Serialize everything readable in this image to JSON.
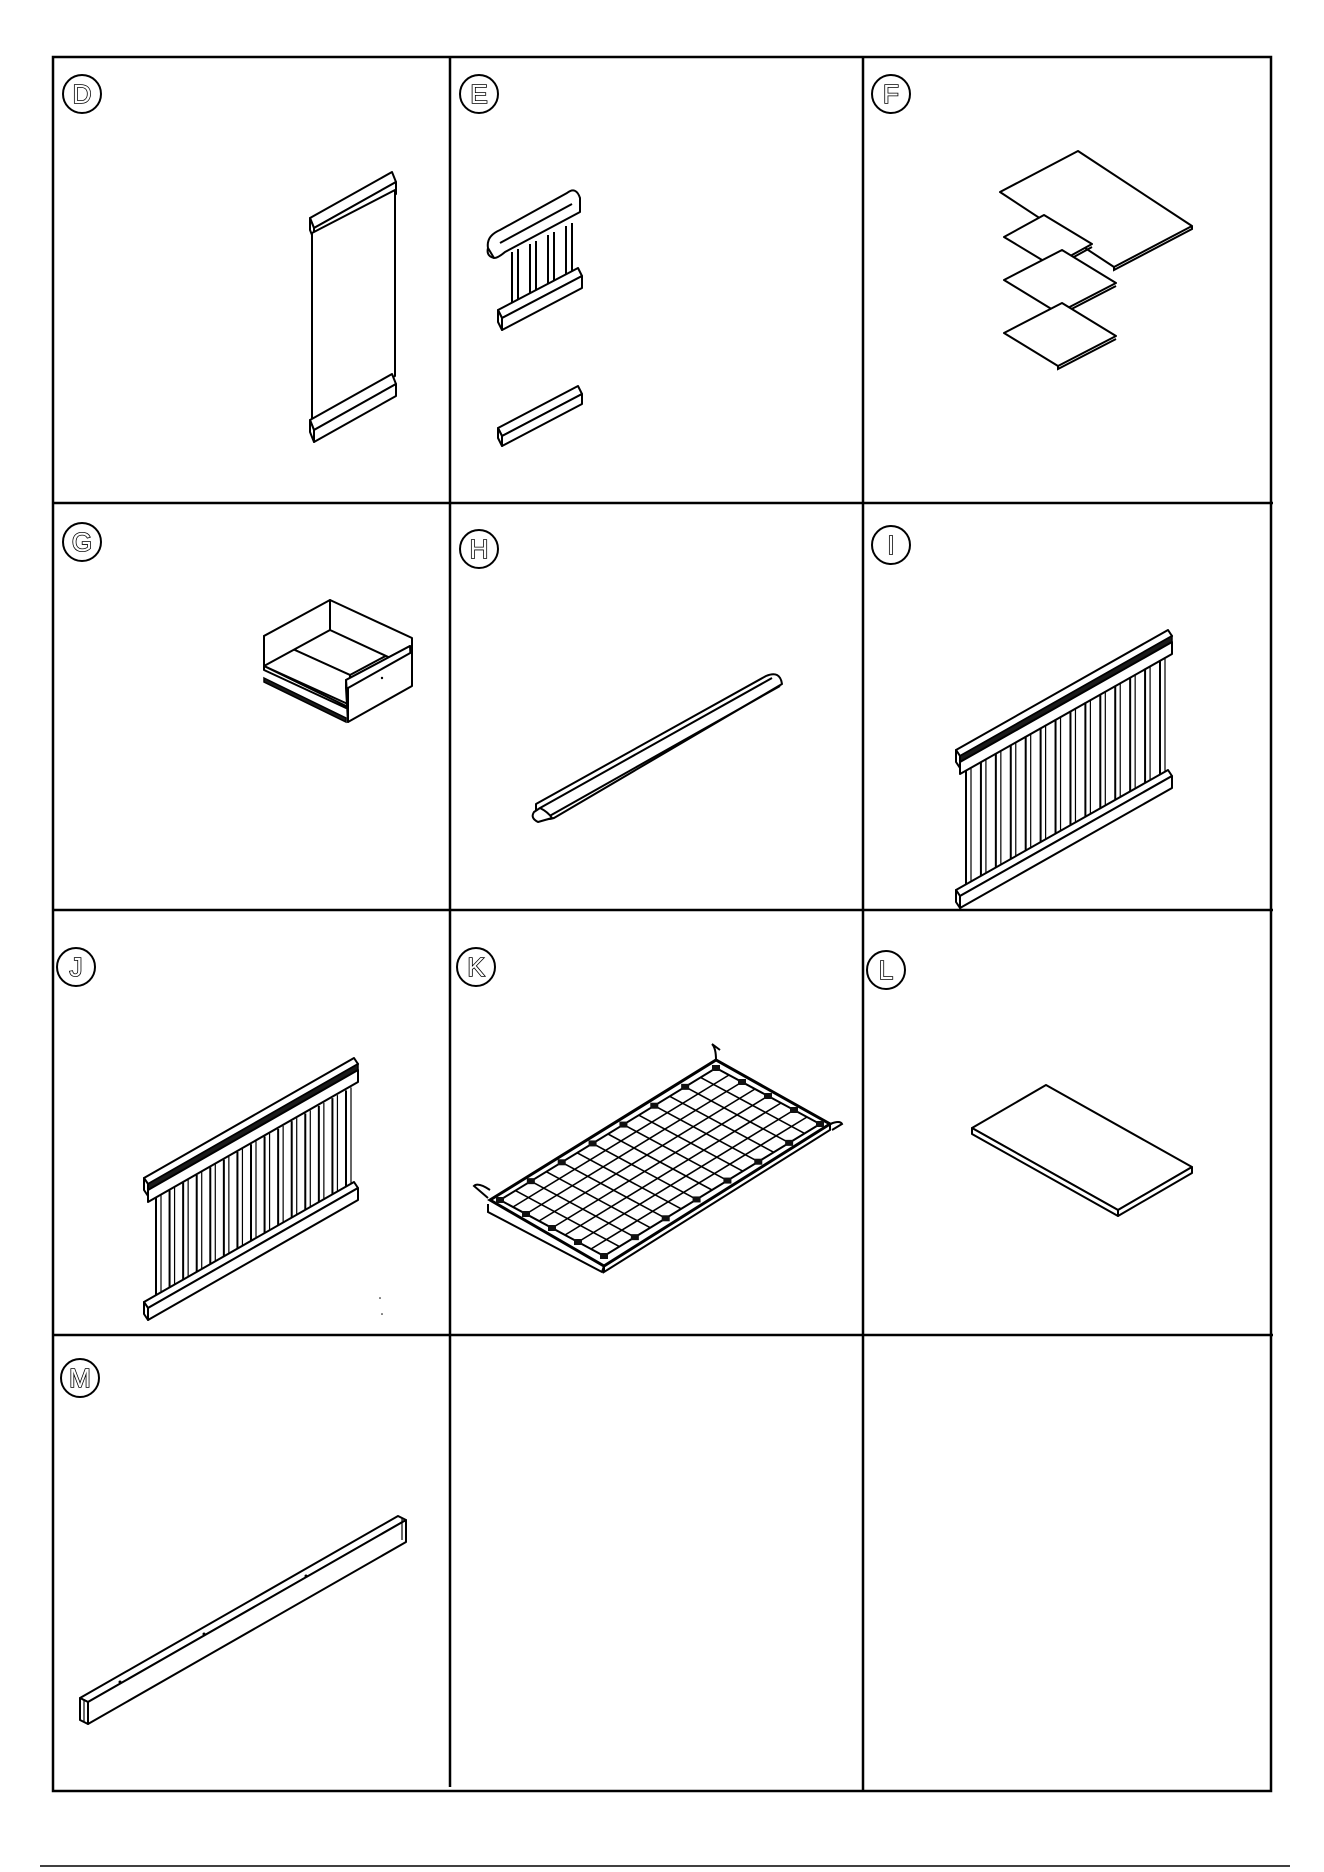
{
  "document": {
    "panels": [
      {
        "id": "D",
        "label": "D"
      },
      {
        "id": "E",
        "label": "E"
      },
      {
        "id": "F",
        "label": "F"
      },
      {
        "id": "G",
        "label": "G"
      },
      {
        "id": "H",
        "label": "H"
      },
      {
        "id": "I",
        "label": "I"
      },
      {
        "id": "J",
        "label": "J"
      },
      {
        "id": "K",
        "label": "K"
      },
      {
        "id": "L",
        "label": "L"
      },
      {
        "id": "M",
        "label": "M"
      }
    ]
  }
}
